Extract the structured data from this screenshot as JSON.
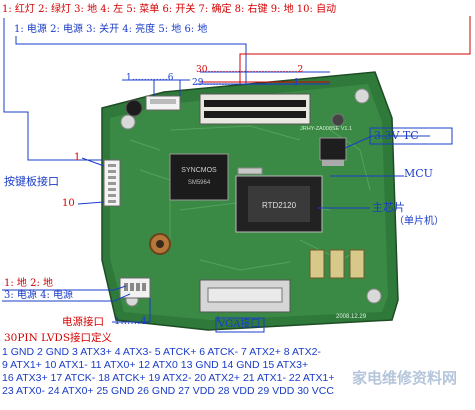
{
  "top_legend_1": "1: 红灯 2: 绿灯 3: 地 4: 左 5: 菜单 6: 开关 7: 确定 8: 右键 9: 地 10: 自动",
  "top_legend_2": "1: 电源 2: 电源 3: 关开 4: 亮度 5: 地 6: 地",
  "callouts": {
    "conn6": "1…………6",
    "conn30_top": "30…………………………2",
    "conn30_bot": "29…………………………1",
    "tc": "3.3V TC",
    "mcu": "MCU",
    "main_chip": "主芯片",
    "main_chip_sub": "（单片机）",
    "keypad_1": "1",
    "keypad_10": "10",
    "keypad_label": "按键板接口",
    "power_pins_1": "1: 地 2: 地",
    "power_pins_2": "3: 电源 4: 电源",
    "power_label": "电源接口",
    "power_range": "1……4",
    "vga_label": "VGA接口"
  },
  "lvds_title": "30PIN LVDS接口定义",
  "lvds_lines": [
    "1  GND 2  GND 3  ATX3+ 4  ATX3- 5  ATCK+ 6  ATCK- 7  ATX2+ 8  ATX2-",
    "9  ATX1+ 10  ATX1- 11  ATX0+ 12  ATX0 13  GND 14  GND 15  ATX3+",
    "16  ATX3+ 17  ATCK- 18  ATCK+ 19  ATX2- 20  ATX2+ 21  ATX1- 22  ATX1+",
    "23  ATX0- 24  ATX0+ 25  GND 26  GND 27  VDD 28  VDD 29  VDD 30  VCC"
  ],
  "pcb_text": {
    "chip1": "SYNCMOS",
    "chip1_sub": "SM5964",
    "chip2": "RTD2120",
    "board_id": "JRHY-ZA008SE V1.1",
    "date": "2008.12.29"
  },
  "watermark": "家电维修资料网",
  "colors": {
    "red": "#d40000",
    "blue": "#1a3cc8",
    "pcb": "#2f7a3a"
  }
}
